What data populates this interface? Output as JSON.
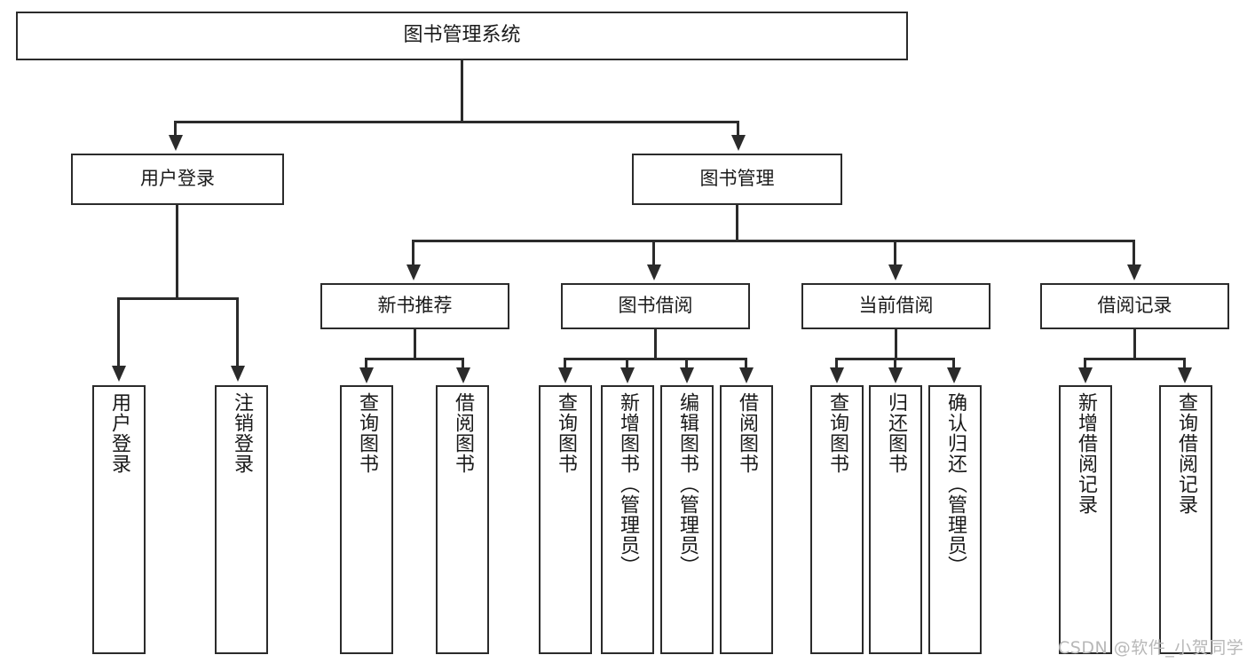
{
  "diagram": {
    "type": "tree",
    "title": "图书管理系统",
    "watermark": "CSDN @软件_小贺同学",
    "colors": {
      "stroke": "#2b2b2b",
      "fill": "#ffffff",
      "text": "#1a1a1a",
      "watermark": "#b8b8b8"
    },
    "levels": {
      "root": {
        "label": "图书管理系统"
      },
      "level2": [
        {
          "label": "用户登录"
        },
        {
          "label": "图书管理"
        }
      ],
      "level3": [
        {
          "label": "新书推荐"
        },
        {
          "label": "图书借阅"
        },
        {
          "label": "当前借阅"
        },
        {
          "label": "借阅记录"
        }
      ],
      "leaves": {
        "user_login": [
          {
            "label": "用户登录"
          },
          {
            "label": "注销登录"
          }
        ],
        "new_book_recommend": [
          {
            "label": "查询图书"
          },
          {
            "label": "借阅图书"
          }
        ],
        "book_borrow": [
          {
            "label": "查询图书"
          },
          {
            "label": "新增图书（管理员）"
          },
          {
            "label": "编辑图书（管理员）"
          },
          {
            "label": "借阅图书"
          }
        ],
        "current_borrow": [
          {
            "label": "查询图书"
          },
          {
            "label": "归还图书"
          },
          {
            "label": "确认归还（管理员）"
          }
        ],
        "borrow_record": [
          {
            "label": "新增借阅记录"
          },
          {
            "label": "查询借阅记录"
          }
        ]
      }
    }
  }
}
